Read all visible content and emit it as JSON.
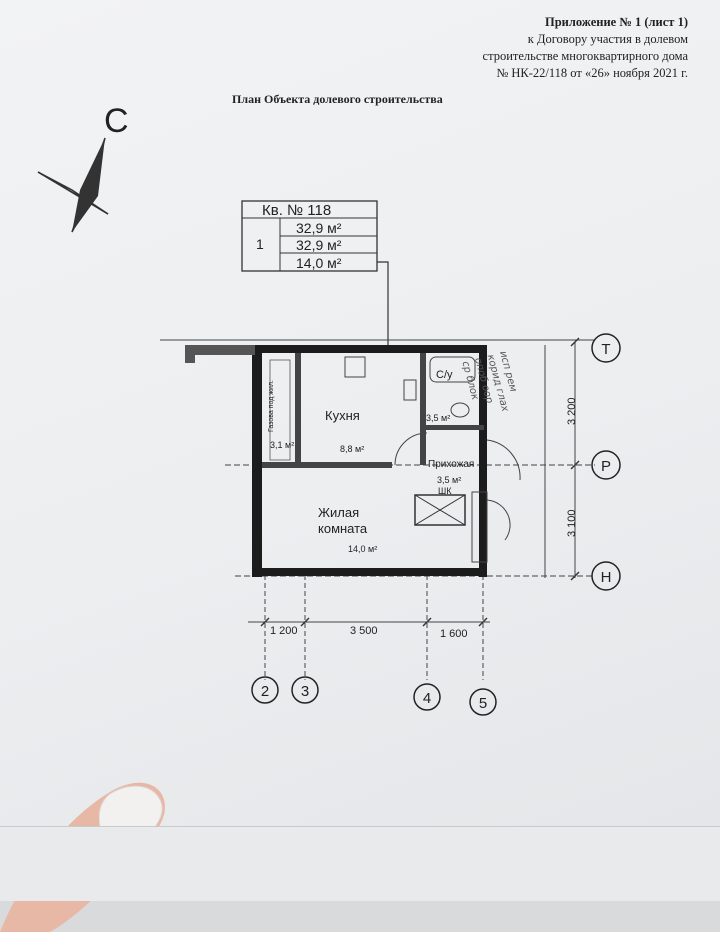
{
  "header": {
    "line1": "Приложение № 1 (лист 1)",
    "line2": "к Договору участия в долевом",
    "line3": "строительстве многоквартирного дома",
    "line4": "№ НК-22/118 от «26» ноября 2021 г."
  },
  "plan_title": "План Объекта долевого строительства",
  "compass": {
    "north_label": "С"
  },
  "apartment_table": {
    "title": "Кв. № 118",
    "rooms": "1",
    "total_area": "32,9 м²",
    "area_2": "32,9 м²",
    "living_area": "14,0 м²"
  },
  "rooms": {
    "kitchen_name": "Кухня",
    "kitchen_area": "8,8 м²",
    "loggia_area": "3,1 м²",
    "loggia_label": "Газова под жил.",
    "bathroom_name": "С/у",
    "bathroom_area": "3,5 м²",
    "hall_name": "Прихожая",
    "hall_area": "3,5 м²",
    "hall_closet": "ШК",
    "living_name_1": "Жилая",
    "living_name_2": "комната",
    "living_area": "14,0 м²"
  },
  "axes": {
    "row_T": "Т",
    "row_R": "Р",
    "row_N": "Н",
    "col_2": "2",
    "col_3": "3",
    "col_4": "4",
    "col_5": "5"
  },
  "dimensions": {
    "dim_1200": "1 200",
    "dim_3500": "3 500",
    "dim_1600": "1 600",
    "dim_3200": "3 200",
    "dim_3100": "3 100"
  },
  "handwritten_note": "исп рем\nкорид глах\nопоб оор\nср блок",
  "colors": {
    "wall": "#1c1c1c",
    "line": "#333333",
    "paper": "#eef0f2"
  }
}
